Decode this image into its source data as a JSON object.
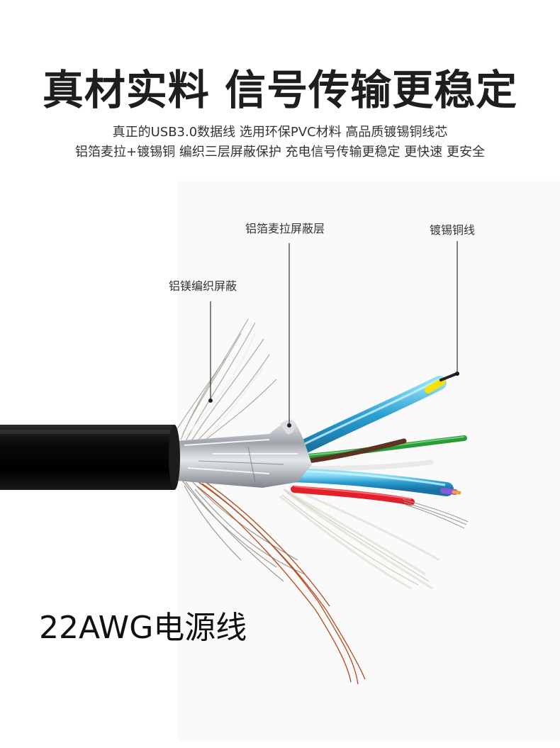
{
  "header": {
    "title": "真材实料 信号传输更稳定",
    "subtitle_line1": "真正的USB3.0数据线 选用环保PVC材料 高品质镀锡铜线芯",
    "subtitle_line2": "铝箔麦拉+镀锡铜 编织三层屏蔽保护 充电信号传输更稳定 更快速 更安全"
  },
  "callouts": {
    "braid_shield": "铝镁编织屏蔽",
    "foil_shield": "铝箔麦拉屏蔽层",
    "tinned_copper": "镀锡铜线"
  },
  "footer": {
    "power_wire_label": "22AWG电源线"
  },
  "colors": {
    "jacket": "#0c0c0c",
    "foil": "#c9ccd2",
    "blue_pair": "#3fb7e0",
    "green": "#2a9a3a",
    "red": "#e0202a",
    "purple": "#8a5ad6",
    "yellow": "#f4e10a",
    "copper": "#b5562b"
  }
}
